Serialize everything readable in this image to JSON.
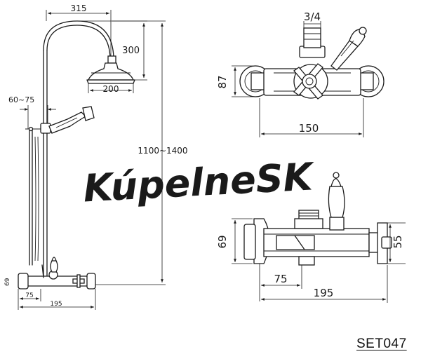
{
  "watermark": "KúpelneSK",
  "model_code": "SET047",
  "dimensions": {
    "arm_reach": "315",
    "arm_drop": "300",
    "head_diameter": "200",
    "hand_spray_height": "60~75",
    "total_height": "1100~1400",
    "valve_height_small": "69",
    "offset_small": "75",
    "width_small": "195",
    "inlet_thread": "3/4",
    "body_height": "87",
    "inlet_centres": "150",
    "side_height": "69",
    "side_depth": "55",
    "side_offset": "75",
    "side_width": "195"
  }
}
